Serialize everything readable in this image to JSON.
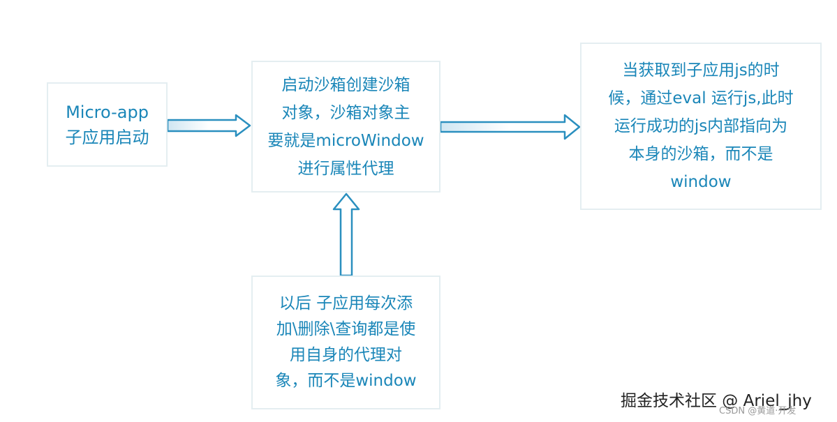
{
  "nodes": {
    "start": {
      "lines": [
        "Micro-app",
        "子应用启动"
      ]
    },
    "sandbox": {
      "lines": [
        "启动沙箱创建沙箱",
        "对象，沙箱对象主",
        "要就是microWindow",
        "进行属性代理"
      ]
    },
    "eval": {
      "lines": [
        "当获取到子应用js的时",
        "候，通过eval 运行js,此时",
        "运行成功的js内部指向为",
        "本身的沙箱，而不是",
        "window"
      ]
    },
    "proxy": {
      "lines": [
        "以后 子应用每次添",
        "加\\删除\\查询都是使",
        "用自身的代理对",
        "象，而不是window"
      ]
    }
  },
  "watermark": {
    "main": "掘金技术社区 @ Ariel_jhy",
    "sub": "CSDN @黄道·开发"
  },
  "colors": {
    "text": "#1a86b8",
    "arrow_stroke": "#2a8fbf",
    "arrow_fill_light": "#ffffff",
    "arrow_fill_tint": "#d6ebf5",
    "box_border": "#e4eef1"
  }
}
